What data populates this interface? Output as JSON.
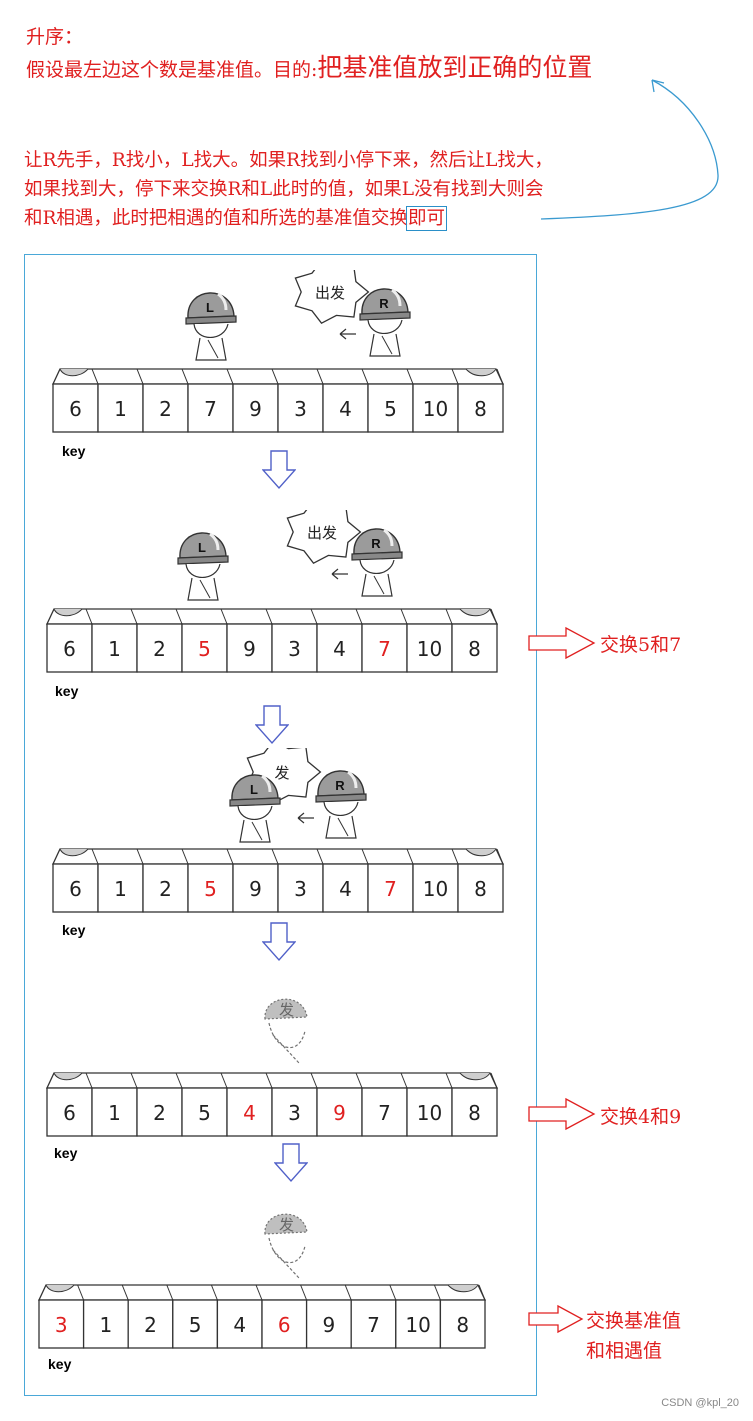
{
  "header": {
    "line1": "升序：",
    "line2_prefix": "假设最左边这个数是基准值。目的:",
    "line2_big": "把基准值放到正确的位置"
  },
  "description": {
    "line1": "让R先手，R找小，L找大。如果R找到小停下来，然后让L找大，",
    "line2": "如果找到大，停下来交换R和L此时的值，如果L没有找到大则会",
    "line3_pre": "和R相遇，此时把相遇的值和所选的基准值交换",
    "line3_boxed": "即可"
  },
  "helmet_labels": {
    "left": "L",
    "right": "R"
  },
  "bubble_text": "出发",
  "bubble_text_partial": "发",
  "key_label": "key",
  "arrays": [
    {
      "values": [
        "6",
        "1",
        "2",
        "7",
        "9",
        "3",
        "4",
        "5",
        "10",
        "8"
      ],
      "red": []
    },
    {
      "values": [
        "6",
        "1",
        "2",
        "5",
        "9",
        "3",
        "4",
        "7",
        "10",
        "8"
      ],
      "red": [
        3,
        7
      ]
    },
    {
      "values": [
        "6",
        "1",
        "2",
        "5",
        "9",
        "3",
        "4",
        "7",
        "10",
        "8"
      ],
      "red": [
        3,
        7
      ]
    },
    {
      "values": [
        "6",
        "1",
        "2",
        "5",
        "4",
        "3",
        "9",
        "7",
        "10",
        "8"
      ],
      "red": [
        4,
        6
      ]
    },
    {
      "values": [
        "3",
        "1",
        "2",
        "5",
        "4",
        "6",
        "9",
        "7",
        "10",
        "8"
      ],
      "red": [
        0,
        5
      ]
    }
  ],
  "notes": {
    "swap_5_7": "交换5和7",
    "swap_4_9": "交换4和9",
    "swap_base_line1": "交换基准值",
    "swap_base_line2": "和相遇值"
  },
  "colors": {
    "red": "#e02020",
    "frame": "#4aa8d8",
    "down_arrow": "#5060c8",
    "note_arrow": "#e02020"
  },
  "watermark": "CSDN @kpl_20"
}
